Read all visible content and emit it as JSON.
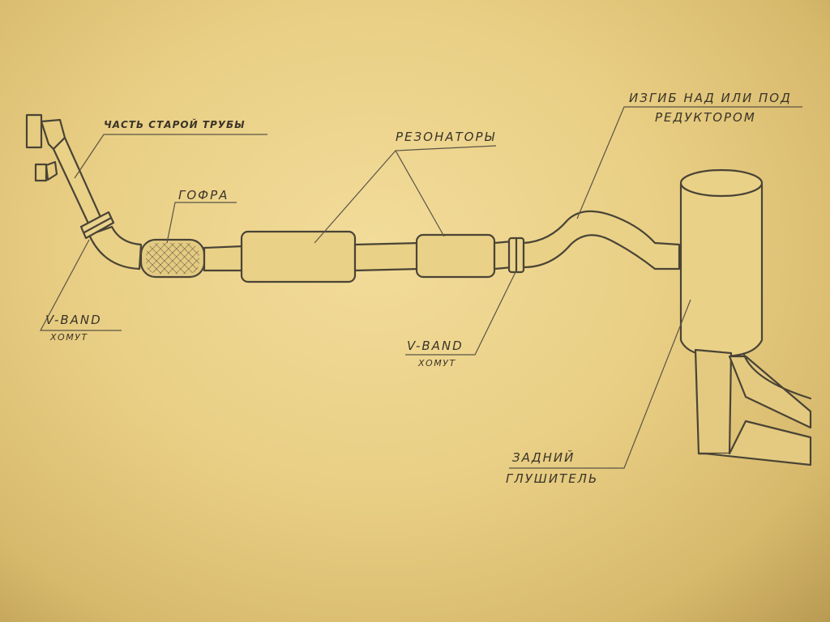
{
  "labels": {
    "old_pipe": "ЧАСТЬ СТАРОЙ ТРУБЫ",
    "gofra": "ГОФРА",
    "resonators": "РЕЗОНАТОРЫ",
    "bend_line1": "ИЗГИБ НАД ИЛИ ПОД",
    "bend_line2": "РЕДУКТОРОМ",
    "vband_left": "V-BAND",
    "clamp_left": "ХОМУТ",
    "vband_right": "V-BAND",
    "clamp_right": "ХОМУТ",
    "muffler_line1": "ЗАДНИЙ",
    "muffler_line2": "ГЛУШИТЕЛЬ"
  },
  "colors": {
    "paper": "#ecd38c",
    "pencil": "#4a4436",
    "pipe_fill": "#e9d187"
  }
}
